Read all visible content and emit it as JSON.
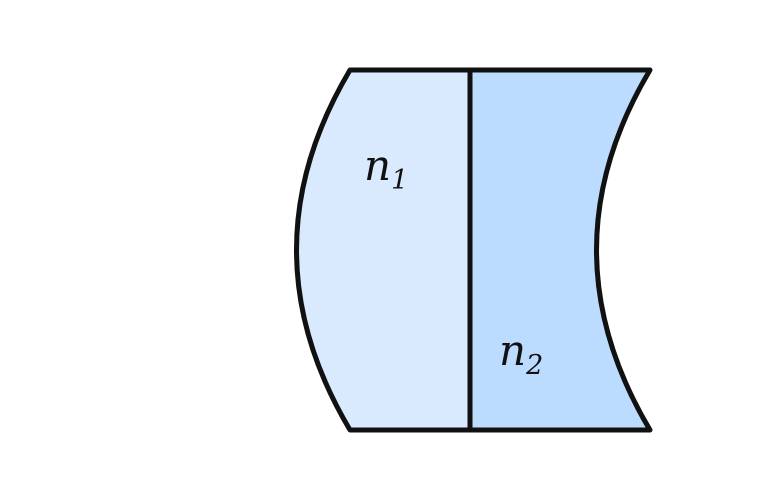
{
  "diagram": {
    "lens_elements": [
      {
        "label": {
          "base": "n",
          "subscript": "1"
        },
        "fill_color": "#d9eaff",
        "left_surface": "convex",
        "right_surface": "flat"
      },
      {
        "label": {
          "base": "n",
          "subscript": "2"
        },
        "fill_color": "#bbdcff",
        "left_surface": "flat",
        "right_surface": "concave"
      }
    ],
    "stroke_color": "#111111",
    "background_color": "#ffffff"
  }
}
